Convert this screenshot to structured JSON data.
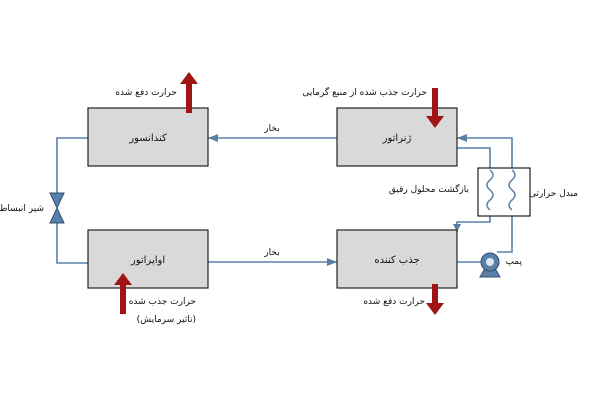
{
  "components": {
    "condenser": "کندانسور",
    "generator": "ژنراتور",
    "evaporator": "اواپراتور",
    "absorber": "جذب کننده",
    "expansion_valve": "شیر انبساط",
    "heat_exchanger": "مبدل حرارتی",
    "pump": "پمپ"
  },
  "flows": {
    "steam_top": "بخار",
    "steam_bottom": "بخار",
    "weak_solution_return": "بازگشت محلول رقیق"
  },
  "heat": {
    "condenser_rejected": "حرارت دفع شده",
    "generator_absorbed": "حرارت جذب شده از منبع گرمایی",
    "evaporator_absorbed": "حرارت جذب شده",
    "evaporator_effect": "(تاثیر سرمایش)",
    "absorber_rejected": "حرارت دفع شده"
  },
  "colors": {
    "box_fill": "#d9d9d9",
    "pipe": "#5a80a8",
    "heat_arrow": "#a01414"
  }
}
